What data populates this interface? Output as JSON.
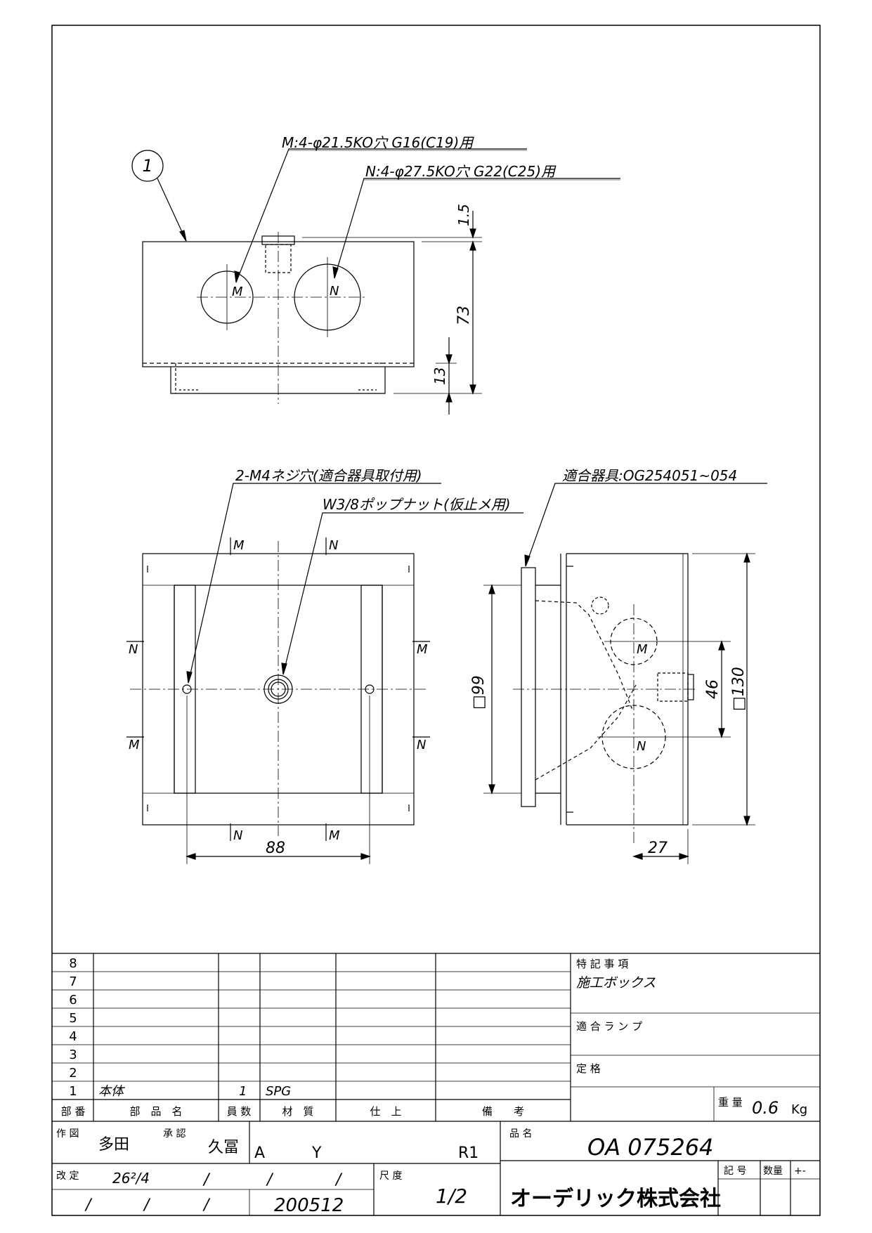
{
  "top_view": {
    "part_no": "1",
    "callout_m": "M:4-φ21.5KO穴 G16(C19)用",
    "callout_n": "N:4-φ27.5KO穴 G22(C25)用",
    "hole_m": "M",
    "hole_n": "N",
    "dim_1_5": "1.5",
    "dim_73": "73",
    "dim_13": "13"
  },
  "front_view": {
    "callout_m4": "2-M4ネジ穴(適合器具取付用)",
    "callout_w38": "W3/8ポップナット(仮止メ用)",
    "mark_m": "M",
    "mark_n": "N",
    "dim_88": "88"
  },
  "side_view": {
    "callout_fixture": "適合器具:OG254051~054",
    "dim_99": "□99",
    "dim_130": "□130",
    "dim_46": "46",
    "dim_27": "27",
    "hole_m": "M",
    "hole_n": "N"
  },
  "title_block": {
    "row_numbers": [
      "8",
      "7",
      "6",
      "5",
      "4",
      "3",
      "2",
      "1"
    ],
    "row1": {
      "part_name": "本体",
      "qty": "1",
      "material": "SPG"
    },
    "headers": {
      "part_no": "部 番",
      "part_name": "部　品　名",
      "qty": "員 数",
      "material": "材　質",
      "finish": "仕　上",
      "remarks": "備　　考"
    },
    "notes_label": "特 記 事 項",
    "notes_value": "施工ボックス",
    "lamp_label": "適 合 ラ ン プ",
    "rating_label": "定 格",
    "weight_label": "重 量",
    "weight_value": "0.6",
    "weight_unit": "Kg",
    "drawn_label": "作 図",
    "drawn_by": "多田",
    "approved_label": "承 認",
    "approved_by": "久冨",
    "code_a": "A",
    "code_y": "Y",
    "code_r": "R1",
    "product_label": "品 名",
    "product_no": "OA 075264",
    "revision_label": "改 定",
    "revision_date": "26²/4",
    "slash": "/",
    "doc_no": "200512",
    "scale_label": "尺 度",
    "scale_value": "1/2",
    "company": "オーデリック株式会社",
    "mark_label": "記 号",
    "count_label": "数量",
    "sign_label": "+-"
  }
}
